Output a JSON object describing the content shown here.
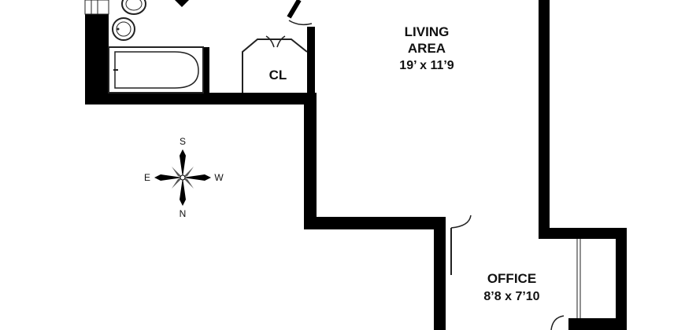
{
  "rooms": {
    "living": {
      "name_line1": "LIVING",
      "name_line2": "AREA",
      "dimensions": "19’ x 11’9"
    },
    "office": {
      "name": "OFFICE",
      "dimensions": "8’8 x 7’10"
    },
    "closet": {
      "name": "CL"
    }
  },
  "compass": {
    "north": "N",
    "south": "S",
    "east": "E",
    "west": "W"
  },
  "colors": {
    "wall": "#000000",
    "fixture_stroke": "#222222",
    "background": "#ffffff"
  }
}
